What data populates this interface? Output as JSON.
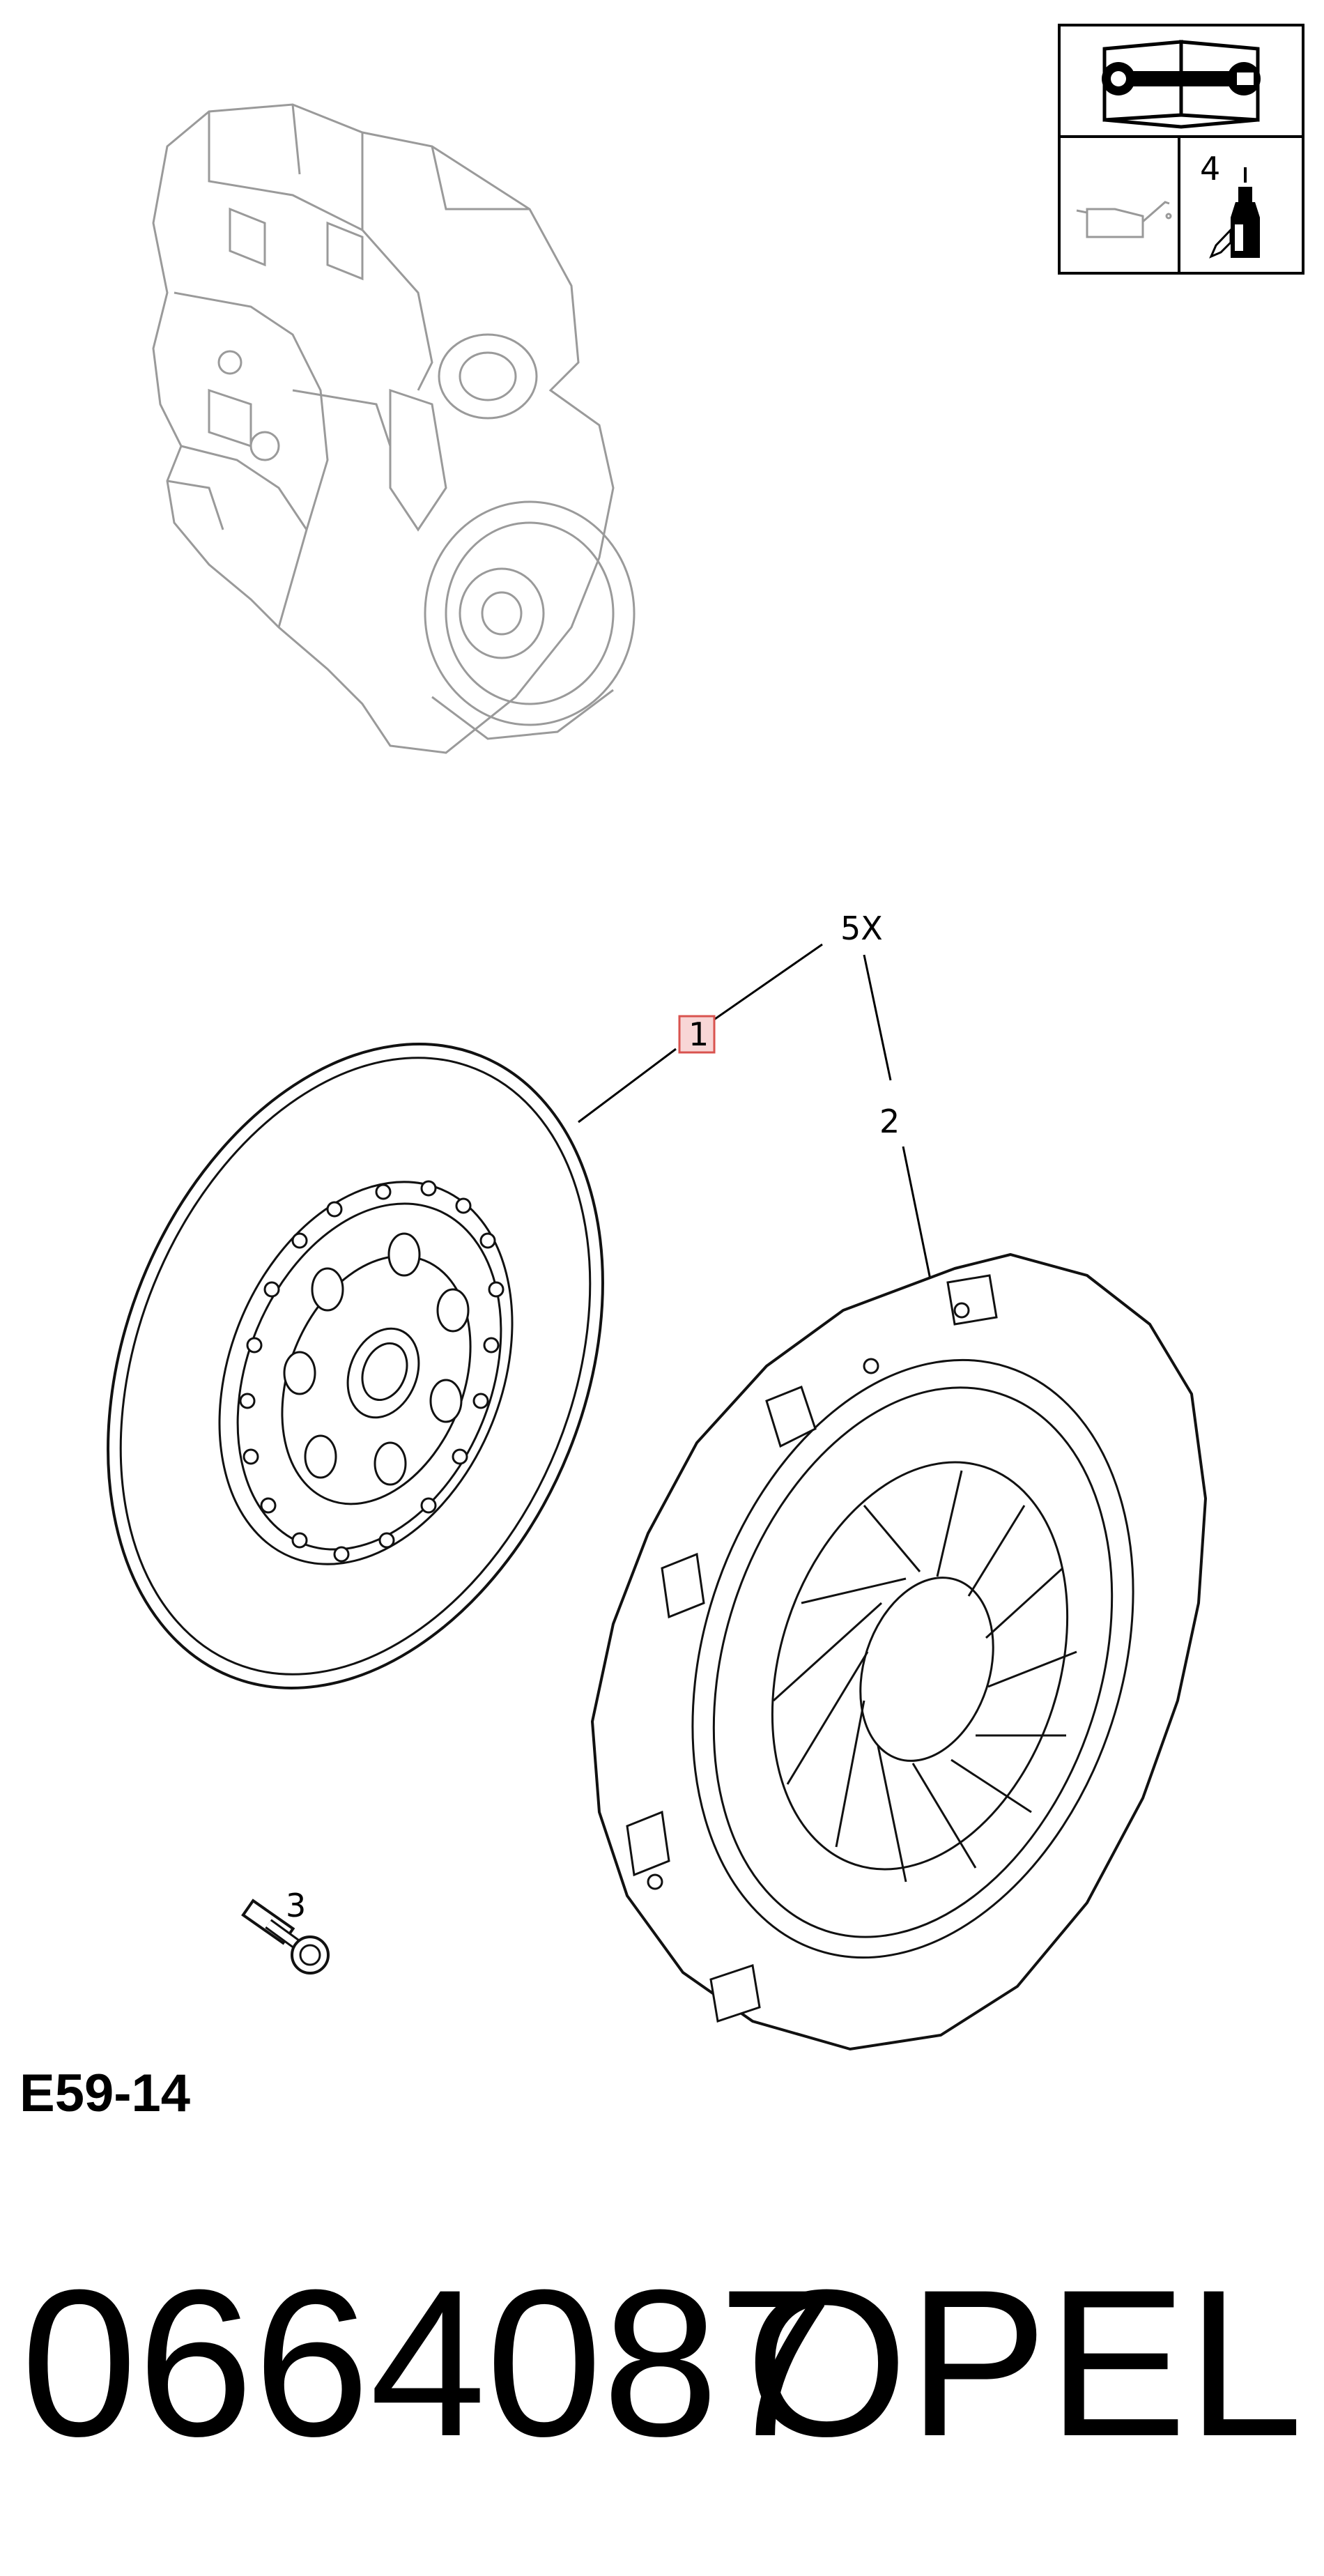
{
  "callouts": {
    "multiplier": "5X",
    "item_1": "1",
    "item_2": "2",
    "item_3": "3",
    "item_4": "4"
  },
  "reference_code": "E59-14",
  "part_number": "0664087",
  "brand": "OPEL",
  "colors": {
    "highlight_fill": "#f8d6d6",
    "highlight_stroke": "#d9534f",
    "ghost_engine": "#9a9a9a"
  },
  "icons": [
    "manual-wrench-icon",
    "oil-can-icon",
    "adhesive-tube-icon"
  ]
}
